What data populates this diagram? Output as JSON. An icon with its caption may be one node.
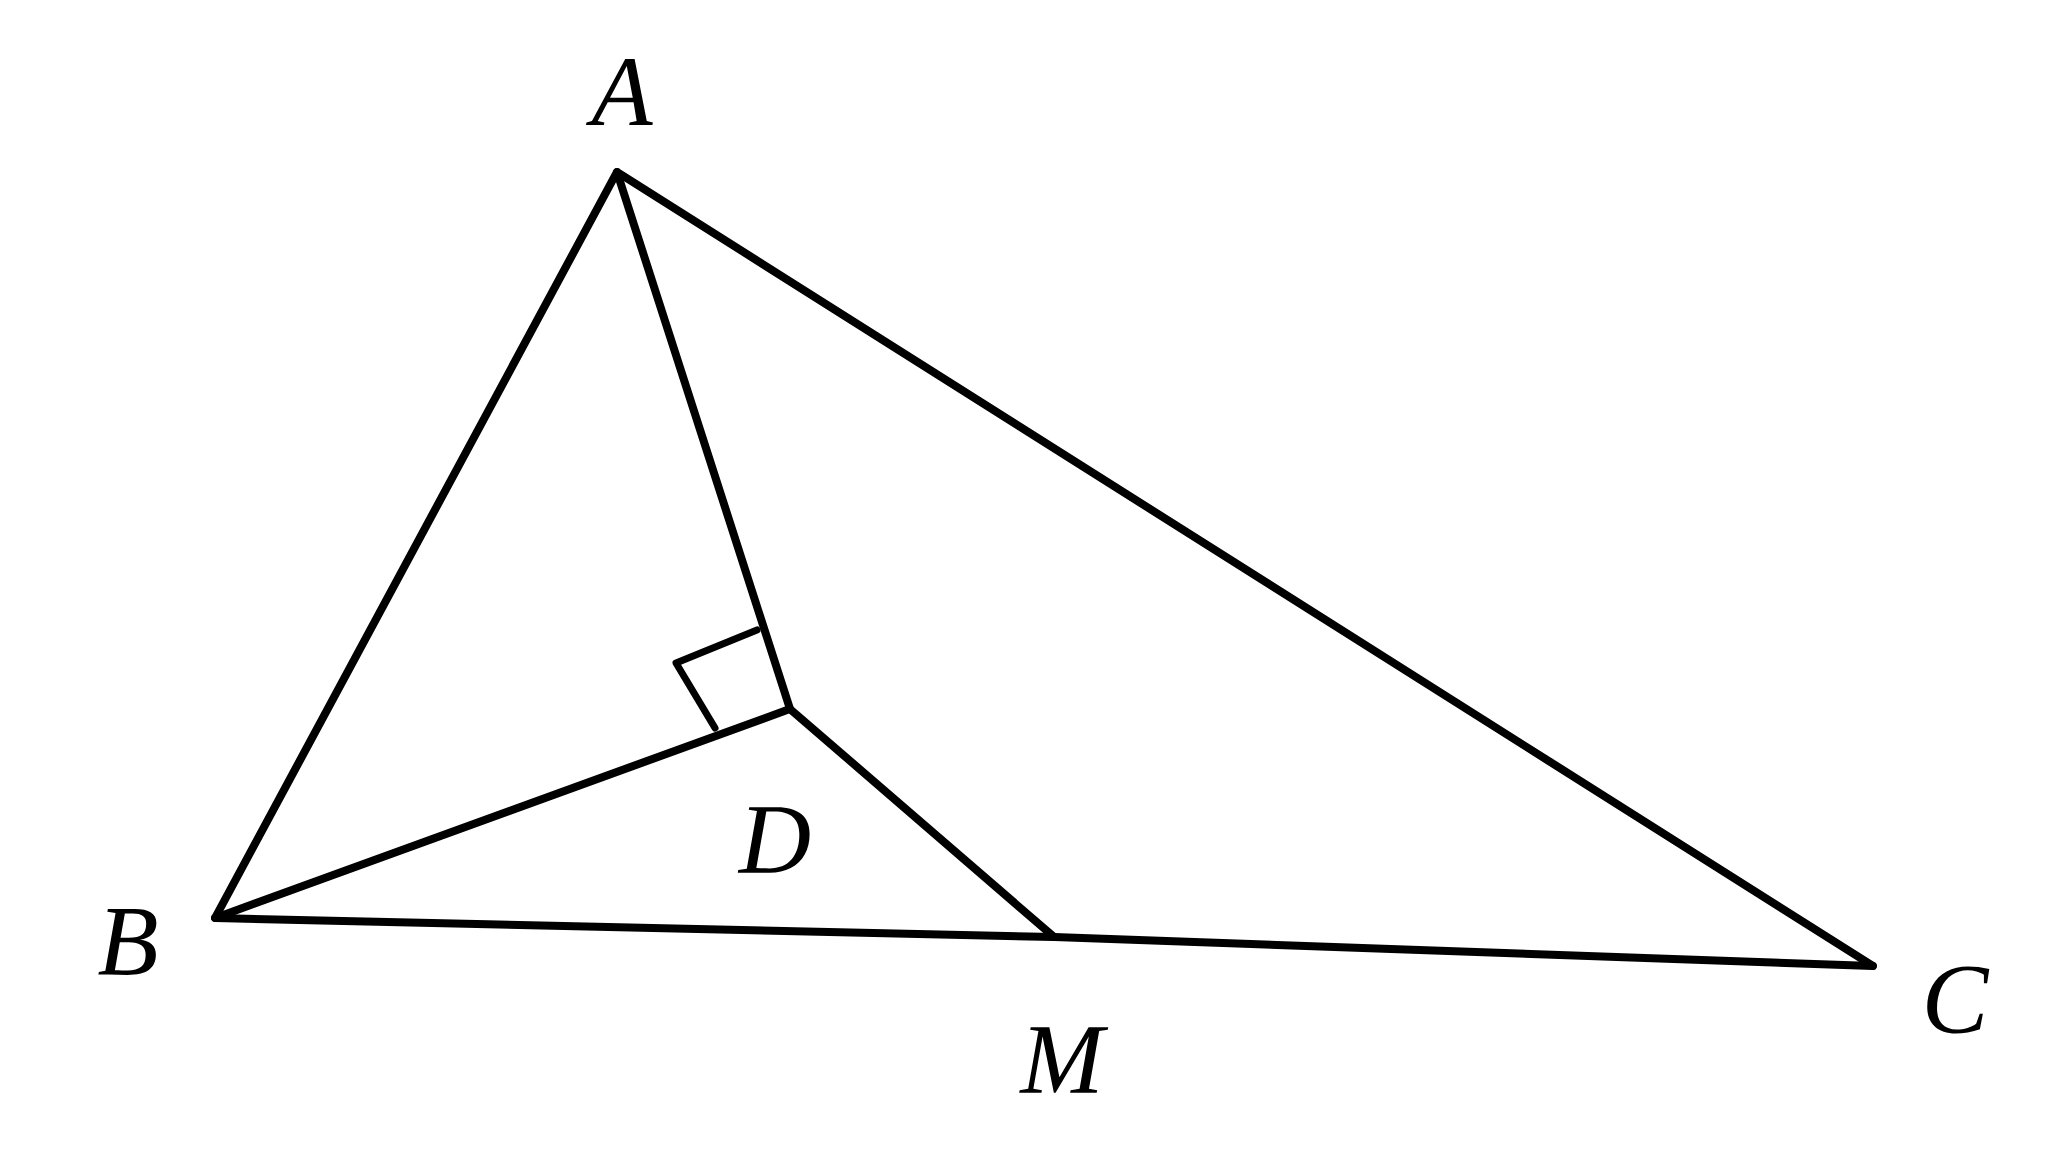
{
  "diagram": {
    "nodes": [
      {
        "text": [
          "A"
        ]
      },
      {
        "text": [
          "B"
        ]
      },
      {
        "text": [
          "C"
        ]
      },
      {
        "text": [
          "D"
        ]
      },
      {
        "text": [
          "M"
        ]
      }
    ],
    "edges": [
      {
        "from": 0,
        "to": 1,
        "arrow": "none"
      },
      {
        "from": 0,
        "to": 2,
        "arrow": "none"
      },
      {
        "from": 0,
        "to": 3,
        "arrow": "none"
      },
      {
        "from": 1,
        "to": 3,
        "arrow": "none"
      },
      {
        "from": 3,
        "to": 4,
        "arrow": "none"
      },
      {
        "from": 1,
        "to": 4,
        "arrow": "none"
      },
      {
        "from": 4,
        "to": 2,
        "arrow": "none"
      }
    ]
  }
}
